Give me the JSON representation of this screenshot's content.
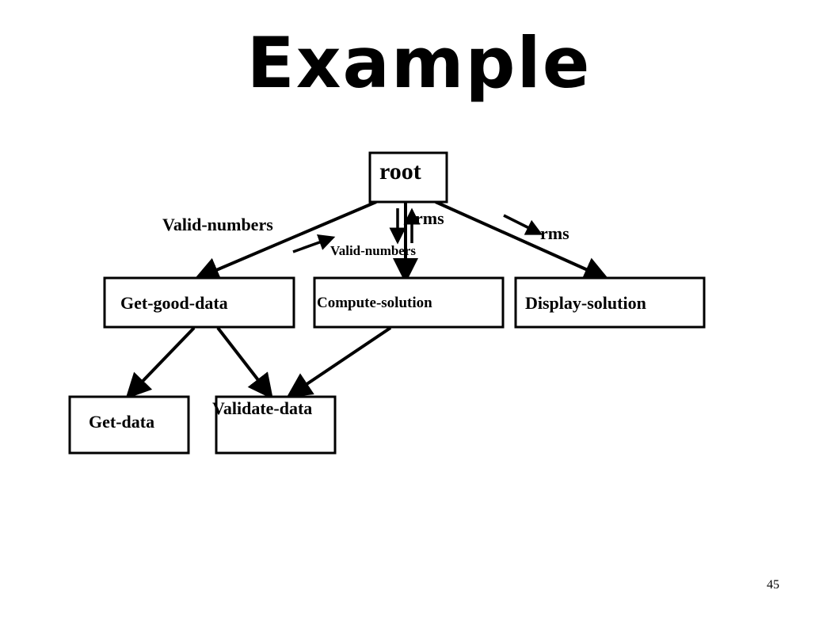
{
  "title": "Example",
  "page_number": "45",
  "nodes": {
    "root": "root",
    "get_good_data": "Get-good-data",
    "compute_solution": "Compute-solution",
    "display_solution": "Display-solution",
    "get_data": "Get-data",
    "validate_data": "Validate-data"
  },
  "flow_labels": {
    "valid_numbers_left": "Valid-numbers",
    "valid_numbers_center": "Valid-numbers",
    "rms_center": "rms",
    "rms_right": "rms"
  }
}
